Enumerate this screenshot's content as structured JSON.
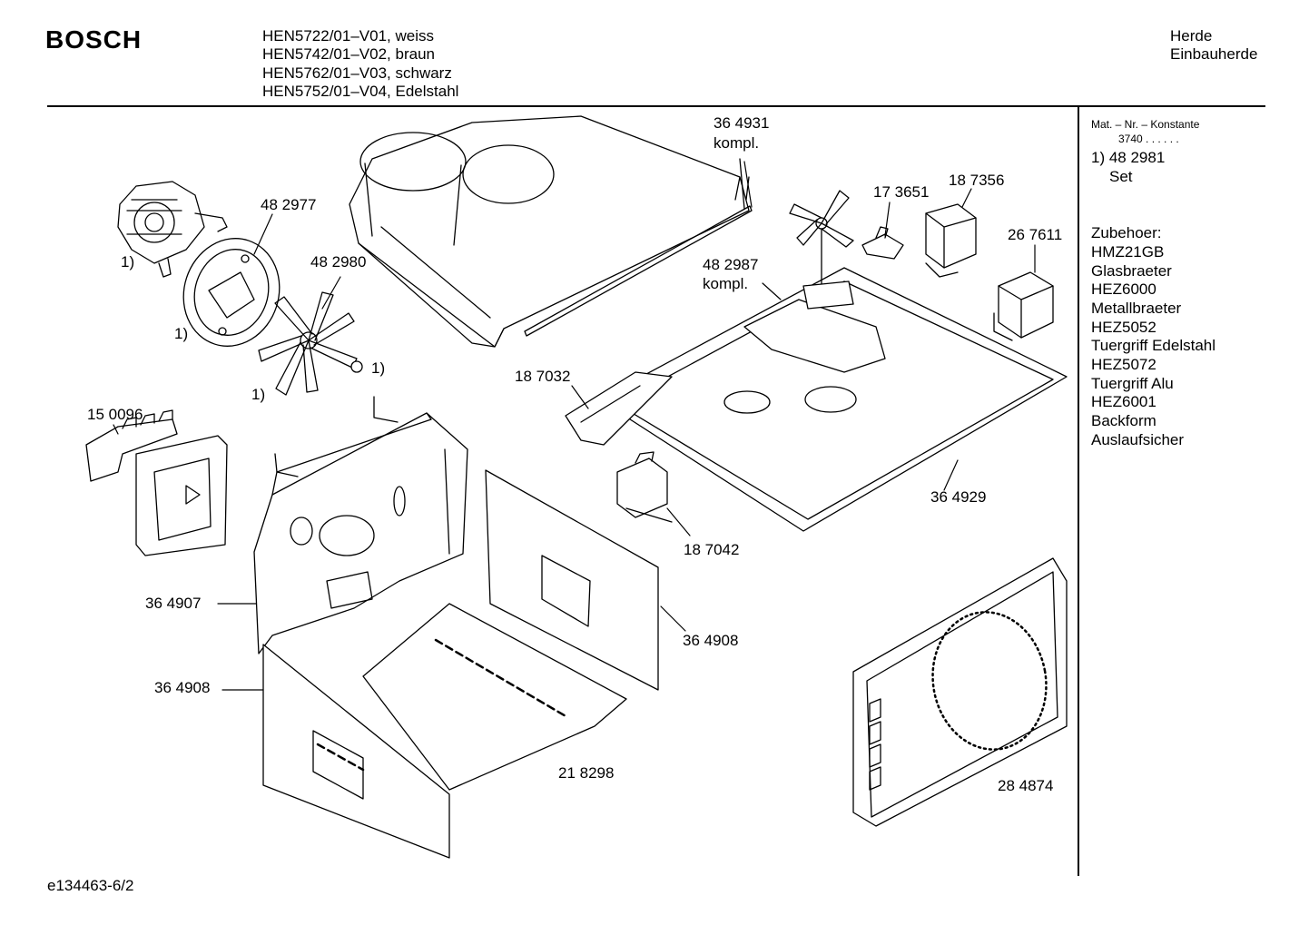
{
  "header": {
    "brand": "BOSCH",
    "models": [
      "HEN5722/01–V01, weiss",
      "HEN5742/01–V02, braun",
      "HEN5762/01–V03, schwarz",
      "HEN5752/01–V04, Edelstahl"
    ],
    "category": [
      "Herde",
      "Einbauherde"
    ]
  },
  "sidebar": {
    "mat_label": "Mat. – Nr. – Konstante",
    "mat_value": "3740  .  .    .  .  .  .",
    "set_number": "1) 48 2981",
    "set_label": "Set",
    "accessories_title": "Zubehoer:",
    "accessories": [
      "HMZ21GB",
      "Glasbraeter",
      "HEZ6000",
      "Metallbraeter",
      "HEZ5052",
      "Tuergriff Edelstahl",
      "HEZ5072",
      "Tuergriff Alu",
      "HEZ6001",
      "Backform",
      "Auslaufsicher"
    ]
  },
  "parts": {
    "p364931": "36 4931",
    "p364931_note": "kompl.",
    "p482977": "48 2977",
    "p482980": "48 2980",
    "p482987": "48 2987",
    "p482987_note": "kompl.",
    "p173651": "17 3651",
    "p187356": "18 7356",
    "p267611": "26 7611",
    "p187032": "18 7032",
    "p150096": "15 0096",
    "p364929": "36 4929",
    "p187042": "18 7042",
    "p364907": "36 4907",
    "p364908a": "36 4908",
    "p364908b": "36 4908",
    "p218298": "21 8298",
    "p284874": "28 4874",
    "set_marker": "1)"
  },
  "footer": {
    "doc_id": "e134463-6/2"
  }
}
